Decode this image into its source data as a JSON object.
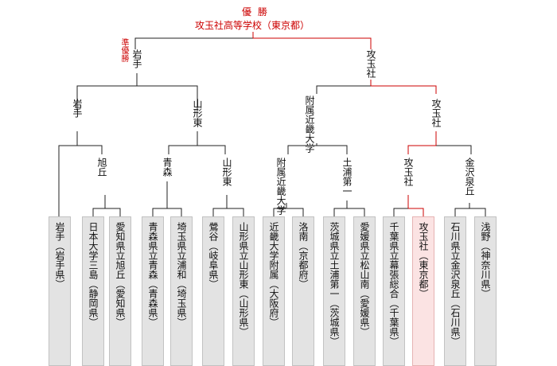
{
  "champion": {
    "label": "優 勝",
    "name": "攻玉社高等学校（東京都）"
  },
  "final": {
    "runner_up_label": "準優勝",
    "left": "岩手",
    "right": "攻玉社"
  },
  "semifinals": [
    {
      "name": "岩手"
    },
    {
      "name": "山形東"
    },
    {
      "name": "附属近畿大学"
    },
    {
      "name": "攻玉社"
    }
  ],
  "quarterfinals": [
    {
      "name": "旭丘"
    },
    {
      "name": "青森"
    },
    {
      "name": "山形東"
    },
    {
      "name": "附属近畿大学"
    },
    {
      "name": "土浦第一"
    },
    {
      "name": "攻玉社"
    },
    {
      "name": "金沢泉丘"
    }
  ],
  "teams": [
    {
      "name": "岩手（岩手県）"
    },
    {
      "name": "日本大学三島（静岡県）"
    },
    {
      "name": "愛知県立旭丘（愛知県）"
    },
    {
      "name": "青森県立青森（青森県）"
    },
    {
      "name": "埼玉県立浦和（埼玉県）"
    },
    {
      "name": "鶯谷（岐阜県）"
    },
    {
      "name": "山形県立山形東（山形県）"
    },
    {
      "name": "近畿大学附属（大阪府）"
    },
    {
      "name": "洛南（京都府）"
    },
    {
      "name": "茨城県立土浦第一（茨城県）"
    },
    {
      "name": "愛媛県立松山南（愛媛県）"
    },
    {
      "name": "千葉県立幕張総合（千葉県）"
    },
    {
      "name": "攻玉社（東京都）"
    },
    {
      "name": "石川県立金沢泉丘（石川県）"
    },
    {
      "name": "浅野（神奈川県）"
    }
  ],
  "colors": {
    "winner_line": "#cc0000",
    "line": "#222222",
    "team_bg": "#e3e3e3",
    "winner_team_bg": "#fbe3e3"
  }
}
